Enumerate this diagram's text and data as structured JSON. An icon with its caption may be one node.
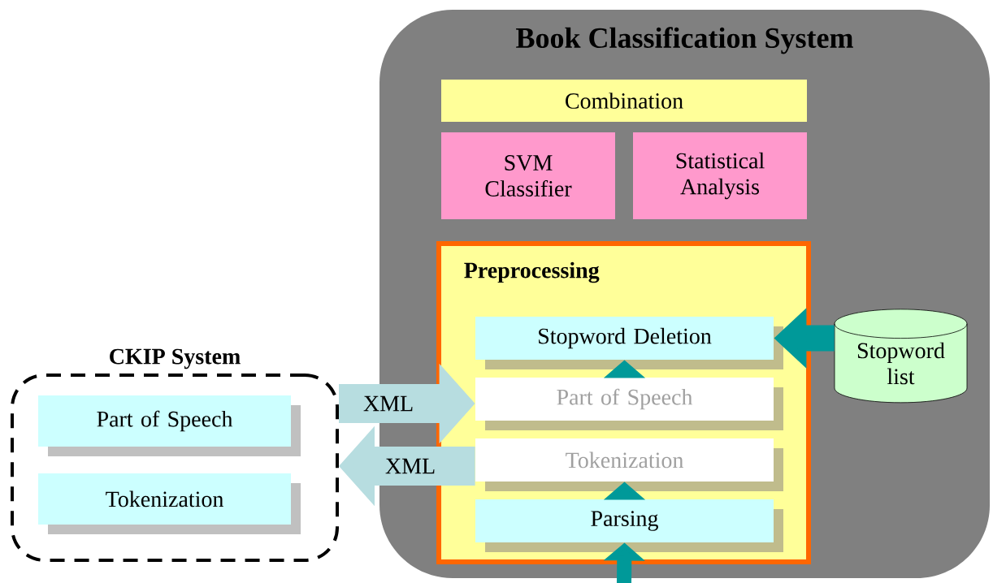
{
  "diagram": {
    "nodes": [
      {
        "text": [
          "Book Classification System"
        ]
      },
      {
        "text": [
          "Combination"
        ],
        "in": 0
      },
      {
        "text": [
          "SVM Classifier"
        ],
        "in": 0
      },
      {
        "text": [
          "Statistical Analysis"
        ],
        "in": 0
      },
      {
        "text": [
          "Preprocessing"
        ],
        "in": 0
      },
      {
        "text": [
          "Stopword Deletion"
        ],
        "in": 4
      },
      {
        "text": [
          "Part of Speech"
        ],
        "in": 4
      },
      {
        "text": [
          "Tokenization"
        ],
        "in": 4
      },
      {
        "text": [
          "Parsing"
        ],
        "in": 4
      },
      {
        "text": [
          "Stopword list"
        ],
        "in": 0
      },
      {
        "text": [
          "CKIP System"
        ]
      },
      {
        "text": [
          "Part of Speech"
        ],
        "in": 10
      },
      {
        "text": [
          "Tokenization"
        ],
        "in": 10
      }
    ],
    "edges": [
      {
        "from": 9,
        "to": 5,
        "arrow": "to"
      },
      {
        "from": 6,
        "to": 5,
        "arrow": "to"
      },
      {
        "from": 8,
        "to": 7,
        "arrow": "to"
      },
      {
        "from": null,
        "to": 8,
        "arrow": "to"
      },
      {
        "from": 10,
        "to": 6,
        "arrow": "to",
        "label": "XML",
        "color": "#b7dde0"
      },
      {
        "from": 7,
        "to": 10,
        "arrow": "to",
        "label": "XML",
        "color": "#b7dde0"
      }
    ]
  }
}
